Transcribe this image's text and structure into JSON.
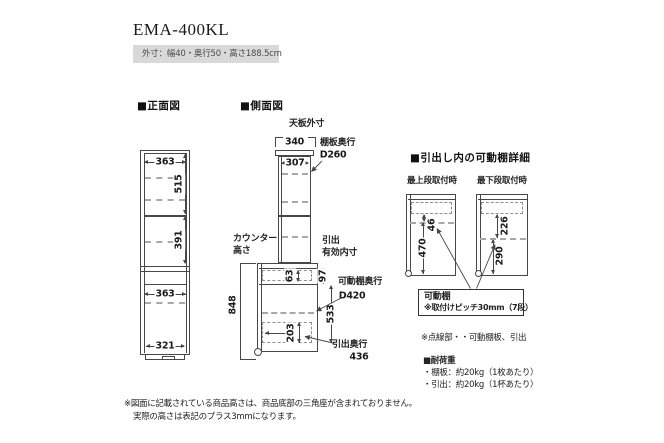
{
  "header": {
    "title": "EMA-400KL",
    "subtitle": "外寸：幅40・奥行50・高さ188.5cm"
  },
  "front_view": {
    "label": "■正面図",
    "dim_top_width": "363",
    "dim_upper_height": "515",
    "dim_middle_height": "391",
    "dim_lower_width": "363",
    "dim_bottom_width": "321"
  },
  "side_view": {
    "label": "■側面図",
    "top_board_label": "天板外寸",
    "dim_top_board": "340",
    "dim_inner_width": "307",
    "shelf_depth_label": "棚板奥行",
    "shelf_depth_value": "D260",
    "counter_label_line1": "カウンター",
    "counter_label_line2": "高さ",
    "dim_counter_height": "848",
    "drawer_label_line1": "引出",
    "drawer_label_line2": "有効内寸",
    "dim_top_drawer": "63",
    "dim_top_section": "97",
    "movable_shelf_label": "可動棚奥行",
    "movable_shelf_value": "D420",
    "dim_lower_section": "533",
    "dim_bottom_drawer": "203",
    "drawer_depth_label": "引出奥行",
    "dim_drawer_depth": "436"
  },
  "detail": {
    "header": "■引出し内の可動棚詳細",
    "left_title": "最上段取付時",
    "right_title": "最下段取付時",
    "dim_left_top": "46",
    "dim_left_bottom": "470",
    "dim_right_top": "226",
    "dim_right_bottom": "290",
    "callout_line1": "可動棚",
    "callout_line2": "※取付けピッチ30mm（7段）",
    "dotted_note": "※点線部・・可動棚板、引出",
    "load_title": "■耐荷重",
    "load_item1": "・棚板：約20kg（1枚あたり）",
    "load_item2": "・引出：約20kg（1杯あたり）"
  },
  "footnote": {
    "line1": "※図面に記載されている商品高さは、商品底部の三角座が含まれておりません。",
    "line2": "実際の高さは表記のプラス3mmになります。"
  },
  "colors": {
    "line": "#474747",
    "dash": "#a8a8a8",
    "subtitle_bg": "#d9d9d9",
    "text": "#222222"
  }
}
